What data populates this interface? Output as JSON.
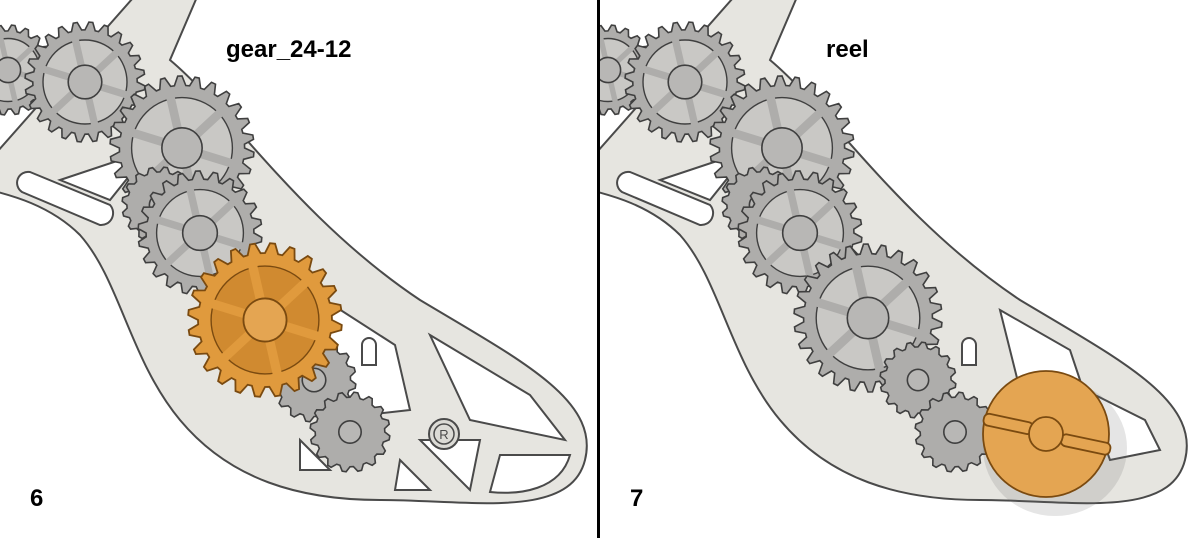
{
  "panels": [
    {
      "step": "6",
      "part_name": "gear_24-12"
    },
    {
      "step": "7",
      "part_name": "reel"
    }
  ],
  "logo_mark": "R",
  "colors": {
    "frame": "#e6e5e0",
    "gear": "#aeadab",
    "highlight": "#e09a3d",
    "divider": "#000000"
  }
}
